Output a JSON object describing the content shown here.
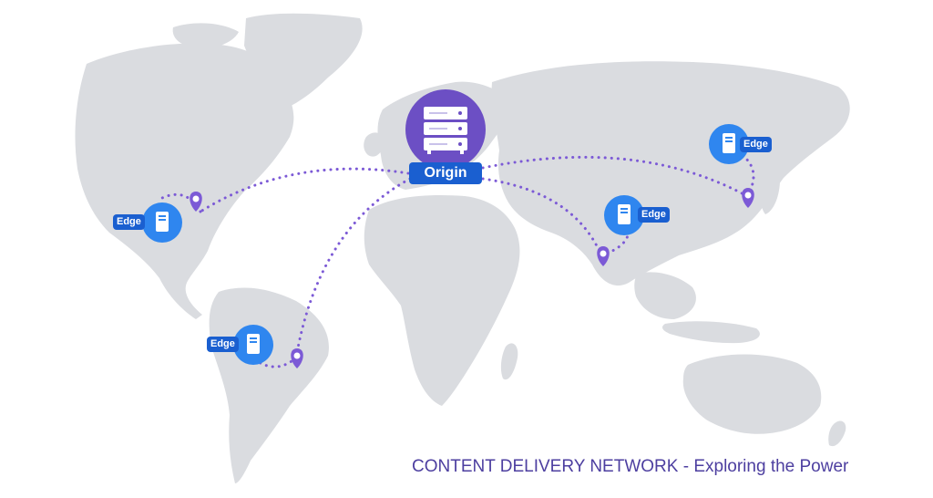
{
  "caption": "CONTENT DELIVERY NETWORK - Exploring the Power",
  "origin": {
    "label": "Origin"
  },
  "edges": [
    {
      "label": "Edge"
    },
    {
      "label": "Edge"
    },
    {
      "label": "Edge"
    },
    {
      "label": "Edge"
    }
  ],
  "colors": {
    "land": "#dadce0",
    "origin_circle": "#6c4fc4",
    "edge_circle": "#2f86ef",
    "label_fill": "#1a5fd0",
    "route_dots": "#7c5ad6",
    "pin": "#7c5ad6",
    "caption_text": "#4d3fa0"
  }
}
